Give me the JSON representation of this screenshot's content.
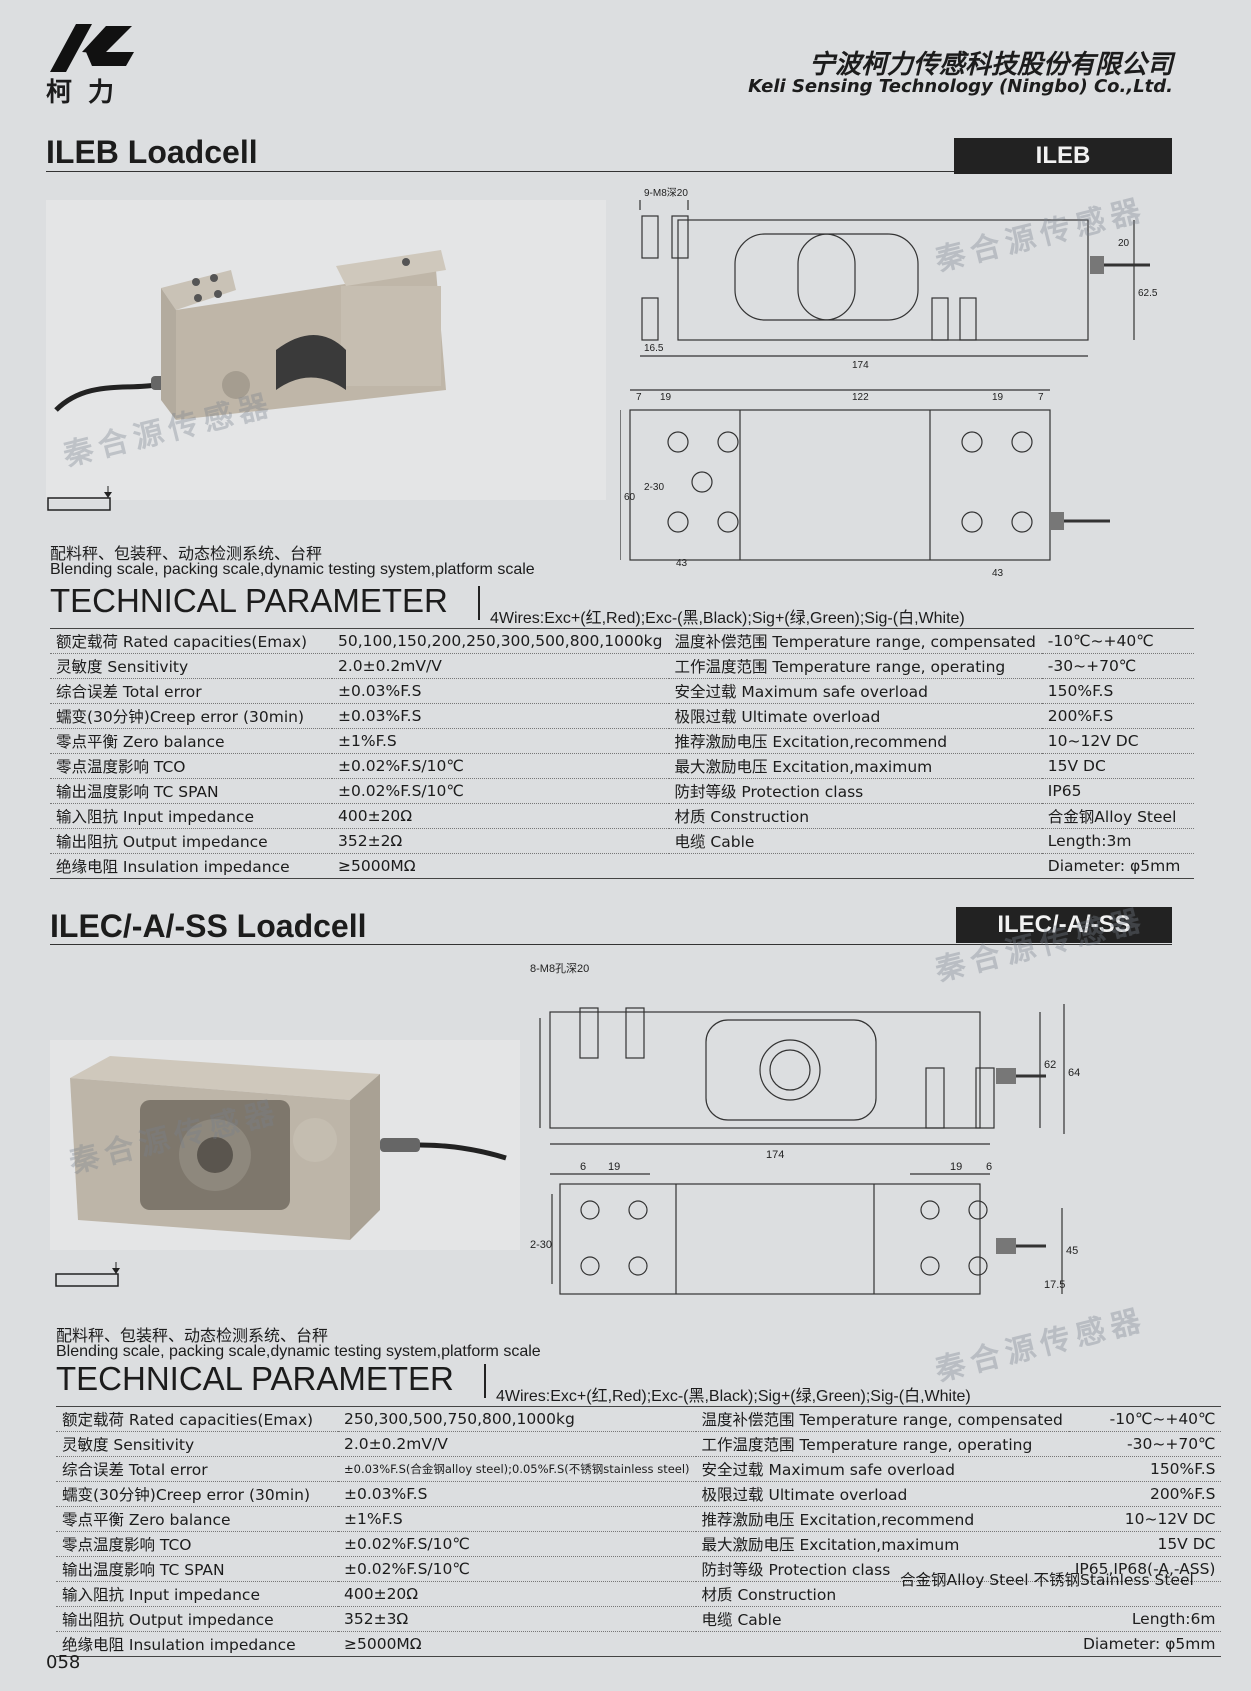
{
  "header": {
    "logo_cn": "柯力",
    "company_cn": "宁波柯力传感科技股份有限公司",
    "company_en": "Keli Sensing Technology (Ningbo) Co.,Ltd."
  },
  "watermark": "秦合源传感器",
  "section1": {
    "title": "ILEB Loadcell",
    "tag": "ILEB",
    "application_cn": "配料秤、包装秤、动态检测系统、台秤",
    "application_en": "Blending scale, packing scale,dynamic testing system,platform scale",
    "tp_title": "TECHNICAL PARAMETER",
    "wires": "4Wires:Exc+(红,Red);Exc-(黑,Black);Sig+(绿,Green);Sig-(白,White)",
    "drawing": {
      "labels": [
        "9-M8深20",
        "20",
        "62.5",
        "16.5",
        "174",
        "7",
        "19",
        "122",
        "19",
        "7",
        "60",
        "2-30",
        "43",
        "43"
      ]
    },
    "rows": [
      [
        "额定载荷 Rated capacities(Emax)",
        "50,100,150,200,250,300,500,800,1000kg",
        "温度补偿范围 Temperature range, compensated",
        "-10℃~+40℃"
      ],
      [
        "灵敏度 Sensitivity",
        "2.0±0.2mV/V",
        "工作温度范围 Temperature range, operating",
        "-30~+70℃"
      ],
      [
        "综合误差 Total error",
        "±0.03%F.S",
        "安全过载 Maximum safe overload",
        "150%F.S"
      ],
      [
        "蠕变(30分钟)Creep error (30min)",
        "±0.03%F.S",
        "极限过载 Ultimate overload",
        "200%F.S"
      ],
      [
        "零点平衡 Zero balance",
        "±1%F.S",
        "推荐激励电压 Excitation,recommend",
        "10~12V DC"
      ],
      [
        "零点温度影响 TCO",
        "±0.02%F.S/10℃",
        "最大激励电压 Excitation,maximum",
        "15V DC"
      ],
      [
        "输出温度影响 TC SPAN",
        "±0.02%F.S/10℃",
        "防封等级 Protection class",
        "IP65"
      ],
      [
        "输入阻抗 Input impedance",
        "400±20Ω",
        "材质 Construction",
        "合金钢Alloy Steel"
      ],
      [
        "输出阻抗 Output impedance",
        "352±2Ω",
        "电缆 Cable",
        "Length:3m"
      ],
      [
        "绝缘电阻 Insulation impedance",
        "≥5000MΩ",
        "",
        "Diameter: φ5mm"
      ]
    ]
  },
  "section2": {
    "title": "ILEC/-A/-SS Loadcell",
    "tag": "ILEC/-A/-SS",
    "application_cn": "配料秤、包装秤、动态检测系统、台秤",
    "application_en": "Blending scale, packing scale,dynamic testing system,platform scale",
    "tp_title": "TECHNICAL PARAMETER",
    "wires": "4Wires:Exc+(红,Red);Exc-(黑,Black);Sig+(绿,Green);Sig-(白,White)",
    "drawing": {
      "labels": [
        "8-M8孔深20",
        "62",
        "62",
        "64",
        "174",
        "6",
        "19",
        "19",
        "6",
        "2-30",
        "45",
        "17.5"
      ]
    },
    "rows": [
      [
        "额定载荷 Rated capacities(Emax)",
        "250,300,500,750,800,1000kg",
        "温度补偿范围 Temperature range, compensated",
        "-10℃~+40℃"
      ],
      [
        "灵敏度 Sensitivity",
        "2.0±0.2mV/V",
        "工作温度范围 Temperature range, operating",
        "-30~+70℃"
      ],
      [
        "综合误差 Total error",
        "±0.03%F.S(合金钢alloy steel);0.05%F.S(不锈钢stainless steel)",
        "安全过载 Maximum safe overload",
        "150%F.S"
      ],
      [
        "蠕变(30分钟)Creep error (30min)",
        "±0.03%F.S",
        "极限过载 Ultimate overload",
        "200%F.S"
      ],
      [
        "零点平衡 Zero balance",
        "±1%F.S",
        "推荐激励电压 Excitation,recommend",
        "10~12V DC"
      ],
      [
        "零点温度影响 TCO",
        "±0.02%F.S/10℃",
        "最大激励电压 Excitation,maximum",
        "15V DC"
      ],
      [
        "输出温度影响 TC SPAN",
        "±0.02%F.S/10℃",
        "防封等级 Protection class",
        "IP65,IP68(-A,-ASS)"
      ],
      [
        "输入阻抗 Input impedance",
        "400±20Ω",
        "材质 Construction",
        "合金钢Alloy Steel 不锈钢Stainless Steel"
      ],
      [
        "输出阻抗 Output impedance",
        "352±3Ω",
        "电缆 Cable",
        "Length:6m"
      ],
      [
        "绝缘电阻 Insulation impedance",
        "≥5000MΩ",
        "",
        "Diameter: φ5mm"
      ]
    ]
  },
  "footer": {
    "page_number": "058"
  }
}
